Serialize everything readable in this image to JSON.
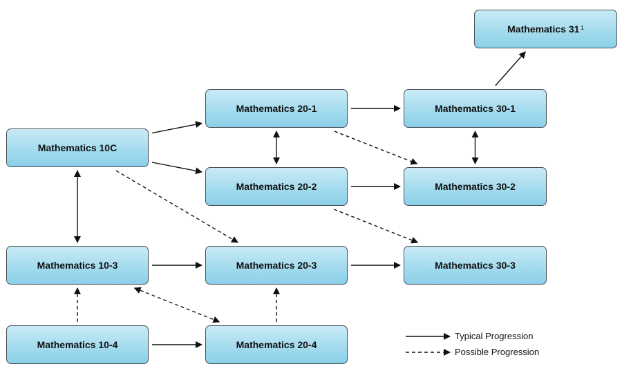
{
  "nodes": {
    "m31": {
      "label": "Mathematics 31",
      "superscript": "1"
    },
    "m20_1": {
      "label": "Mathematics 20-1"
    },
    "m30_1": {
      "label": "Mathematics 30-1"
    },
    "m10c": {
      "label": "Mathematics 10C"
    },
    "m20_2": {
      "label": "Mathematics 20-2"
    },
    "m30_2": {
      "label": "Mathematics 30-2"
    },
    "m10_3": {
      "label": "Mathematics 10-3"
    },
    "m20_3": {
      "label": "Mathematics 20-3"
    },
    "m30_3": {
      "label": "Mathematics 30-3"
    },
    "m10_4": {
      "label": "Mathematics 10-4"
    },
    "m20_4": {
      "label": "Mathematics 20-4"
    }
  },
  "legend": {
    "typical": "Typical Progression",
    "possible": "Possible Progression"
  },
  "edges": [
    {
      "from": "m10c",
      "to": "m20_1",
      "style": "solid",
      "bidirectional": false
    },
    {
      "from": "m10c",
      "to": "m20_2",
      "style": "solid",
      "bidirectional": false
    },
    {
      "from": "m10c",
      "to": "m20_3",
      "style": "dashed",
      "bidirectional": false
    },
    {
      "from": "m10c",
      "to": "m10_3",
      "style": "solid",
      "bidirectional": true
    },
    {
      "from": "m20_1",
      "to": "m30_1",
      "style": "solid",
      "bidirectional": false
    },
    {
      "from": "m20_1",
      "to": "m30_2",
      "style": "dashed",
      "bidirectional": false
    },
    {
      "from": "m20_1",
      "to": "m20_2",
      "style": "solid",
      "bidirectional": true
    },
    {
      "from": "m30_1",
      "to": "m31",
      "style": "solid",
      "bidirectional": false
    },
    {
      "from": "m30_1",
      "to": "m30_2",
      "style": "solid",
      "bidirectional": true
    },
    {
      "from": "m20_2",
      "to": "m30_2",
      "style": "solid",
      "bidirectional": false
    },
    {
      "from": "m20_2",
      "to": "m30_3",
      "style": "dashed",
      "bidirectional": false
    },
    {
      "from": "m10_3",
      "to": "m20_3",
      "style": "solid",
      "bidirectional": false
    },
    {
      "from": "m10_3",
      "to": "m20_4",
      "style": "dashed",
      "bidirectional": true
    },
    {
      "from": "m20_3",
      "to": "m30_3",
      "style": "solid",
      "bidirectional": false
    },
    {
      "from": "m10_4",
      "to": "m10_3",
      "style": "dashed",
      "bidirectional": false
    },
    {
      "from": "m10_4",
      "to": "m20_4",
      "style": "solid",
      "bidirectional": false
    },
    {
      "from": "m20_4",
      "to": "m20_3",
      "style": "dashed",
      "bidirectional": false
    }
  ]
}
